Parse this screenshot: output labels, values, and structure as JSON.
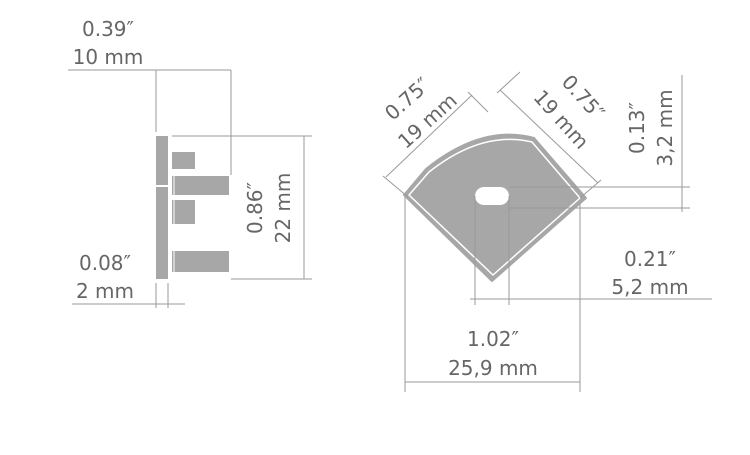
{
  "side_view": {
    "width": {
      "inch": "0.39″",
      "mm": "10 mm"
    },
    "height": {
      "inch": "0.86″",
      "mm": "22 mm"
    },
    "lip_thickness": {
      "inch": "0.08″",
      "mm": "2 mm"
    }
  },
  "front_view": {
    "left_side": {
      "inch": "0.75″",
      "mm": "19 mm"
    },
    "right_side": {
      "inch": "0.75″",
      "mm": "19 mm"
    },
    "slot_height": {
      "inch": "0.13″",
      "mm": "3,2 mm"
    },
    "slot_offset": {
      "inch": "0.21″",
      "mm": "5,2 mm"
    },
    "total_width": {
      "inch": "1.02″",
      "mm": "25,9 mm"
    }
  },
  "colors": {
    "part_fill": "#a7a7a7",
    "dimension_line": "#9a9a9a",
    "text": "#666666"
  }
}
